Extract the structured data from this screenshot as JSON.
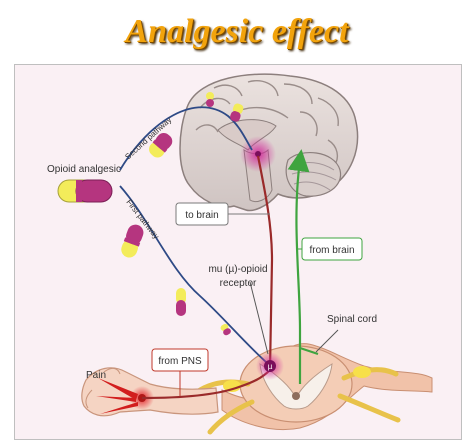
{
  "title": "Analgesic effect",
  "labels": {
    "opioid_analgesic": "Opioid analgesic",
    "second_pathway": "Second pathway",
    "first_pathway": "First pathway",
    "to_brain": "to brain",
    "from_brain": "from brain",
    "receptor_line1": "mu (µ)-opioid",
    "receptor_line2": "receptor",
    "receptor_symbol": "µ",
    "spinal_cord": "Spinal cord",
    "pain": "Pain",
    "from_pns": "from PNS"
  },
  "colors": {
    "title": "#f2a30c",
    "capsule_yellow": "#f3ec5a",
    "capsule_magenta": "#b5357f",
    "pathway_blue": "#2e4a86",
    "signal_red": "#c0392b",
    "signal_green": "#3fa43f",
    "brain": "#e0d6d3",
    "spinal_cord": "#f1c2a9"
  }
}
